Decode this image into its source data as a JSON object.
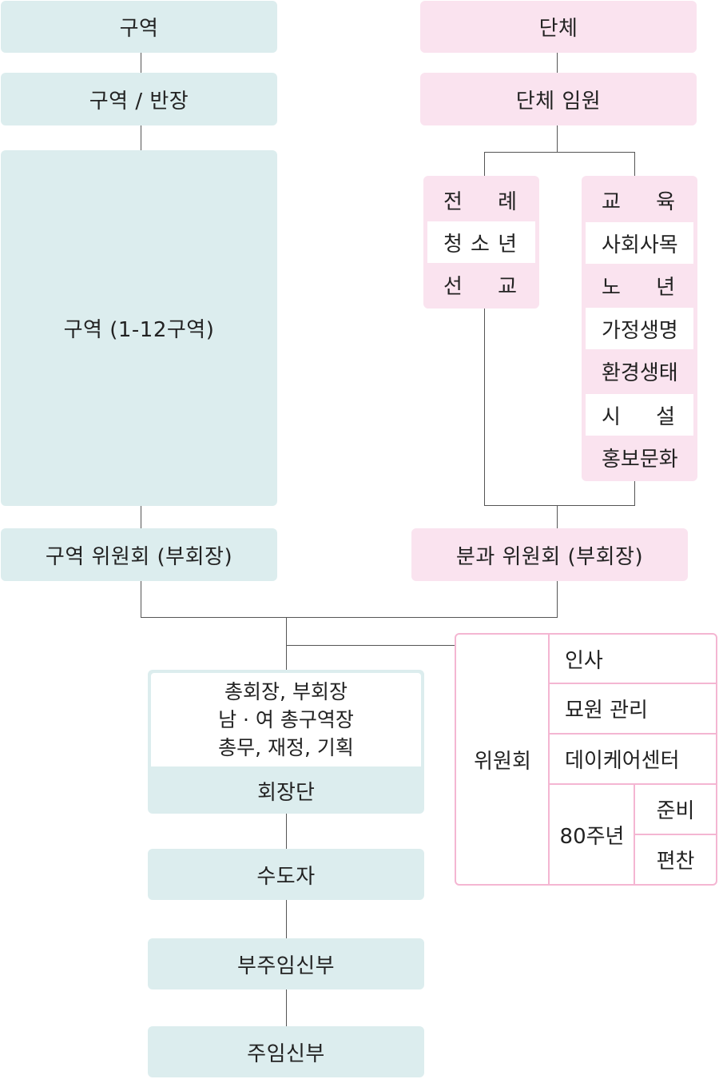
{
  "left": {
    "district": "구역",
    "district_leader": "구역 / 반장",
    "districts": "구역 (1-12구역)",
    "district_committee": "구역 위원회 (부회장)"
  },
  "right": {
    "groups": "단체",
    "group_officers": "단체 임원",
    "subgroups_a": [
      {
        "a": "전",
        "b": "례"
      },
      {
        "a": "청",
        "b": "소",
        "c": "년"
      },
      {
        "a": "선",
        "b": "교"
      }
    ],
    "subgroups_b": [
      {
        "a": "교",
        "b": "육"
      },
      {
        "a": "사회사목"
      },
      {
        "a": "노",
        "b": "년"
      },
      {
        "a": "가정생명"
      },
      {
        "a": "환경생태"
      },
      {
        "a": "시",
        "b": "설"
      },
      {
        "a": "홍보문화"
      }
    ],
    "section_committee": "분과 위원회 (부회장)"
  },
  "executive": {
    "line1": "총회장, 부회장",
    "line2": "남 · 여 총구역장",
    "line3": "총무, 재정, 기획",
    "label": "회장단"
  },
  "chain": {
    "religious": "수도자",
    "assistant_priest": "부주임신부",
    "pastor": "주임신부"
  },
  "committees": {
    "title": "위원회",
    "items": [
      "인사",
      "묘원 관리",
      "데이케어센터"
    ],
    "anniversary": "80주년",
    "anniversary_items": [
      "준비",
      "편찬"
    ]
  },
  "colors": {
    "teal": "#dcedee",
    "pink": "#fae3ef",
    "pink_border": "#f4b6d2",
    "line": "#555555"
  }
}
